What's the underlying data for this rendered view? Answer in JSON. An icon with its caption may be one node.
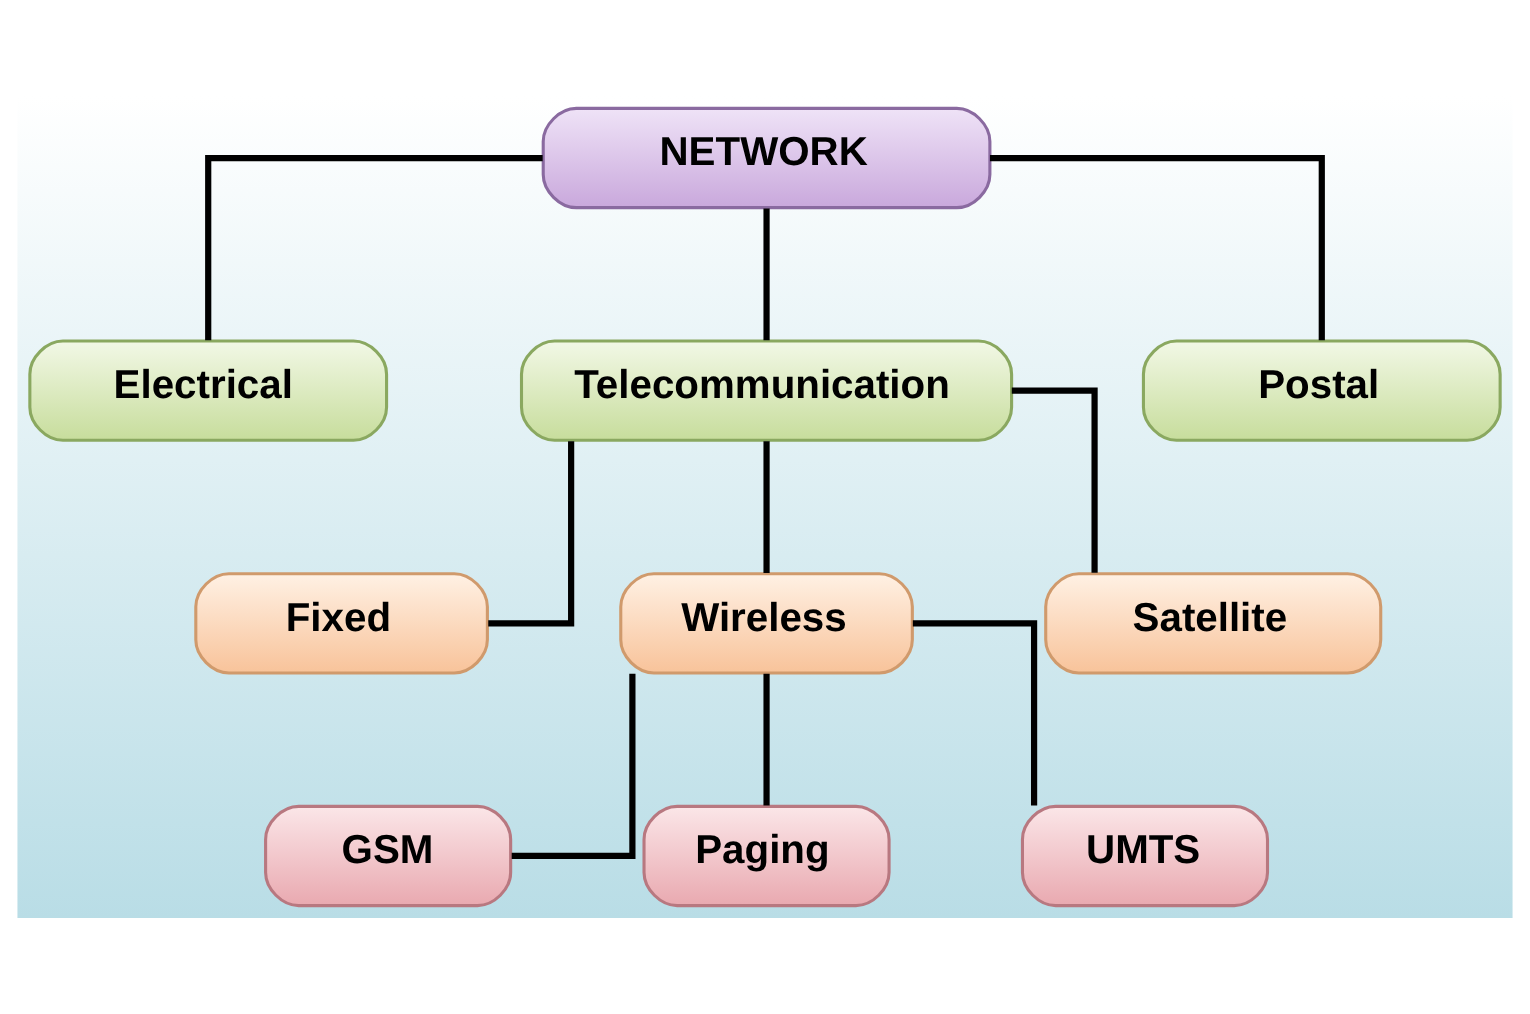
{
  "diagram": {
    "nodes": [
      {
        "text": [
          "NETWORK"
        ]
      },
      {
        "text": [
          "Electrical"
        ]
      },
      {
        "text": [
          "Telecommunication"
        ]
      },
      {
        "text": [
          "Postal"
        ]
      },
      {
        "text": [
          "Fixed"
        ]
      },
      {
        "text": [
          "Wireless"
        ]
      },
      {
        "text": [
          "Satellite"
        ]
      },
      {
        "text": [
          "GSM"
        ]
      },
      {
        "text": [
          "Paging"
        ]
      },
      {
        "text": [
          "UMTS"
        ]
      }
    ],
    "edges": [
      {
        "from": 0,
        "to": 1,
        "arrow": "none"
      },
      {
        "from": 0,
        "to": 2,
        "arrow": "none"
      },
      {
        "from": 0,
        "to": 3,
        "arrow": "none"
      },
      {
        "from": 2,
        "to": 4,
        "arrow": "none"
      },
      {
        "from": 2,
        "to": 5,
        "arrow": "none"
      },
      {
        "from": 2,
        "to": 6,
        "arrow": "none"
      },
      {
        "from": 5,
        "to": 7,
        "arrow": "none"
      },
      {
        "from": 5,
        "to": 8,
        "arrow": "none"
      },
      {
        "from": 5,
        "to": 9,
        "arrow": "none"
      }
    ]
  }
}
